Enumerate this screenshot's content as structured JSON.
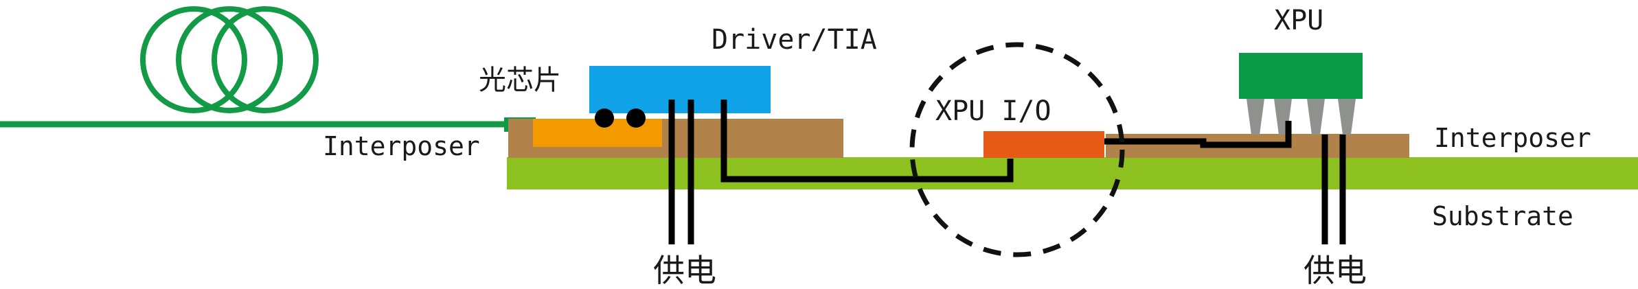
{
  "labels": {
    "optical_chip": "光芯片",
    "driver_tia": "Driver/TIA",
    "interposer_left": "Interposer",
    "xpu_io": "XPU I/O",
    "xpu": "XPU",
    "interposer_right": "Interposer",
    "substrate": "Substrate",
    "power_left": "供电",
    "power_right": "供电"
  },
  "colors": {
    "fiber": "#139a46",
    "fiber_connector": "#0e9a47",
    "driver_tia": "#10a3e8",
    "optical_chip": "#f29a00",
    "interposer": "#b18249",
    "substrate": "#8cc11f",
    "xpu_io": "#e55a17",
    "xpu": "#0b9a47",
    "xpu_bumps": "#8f918e",
    "wire": "#000000"
  }
}
